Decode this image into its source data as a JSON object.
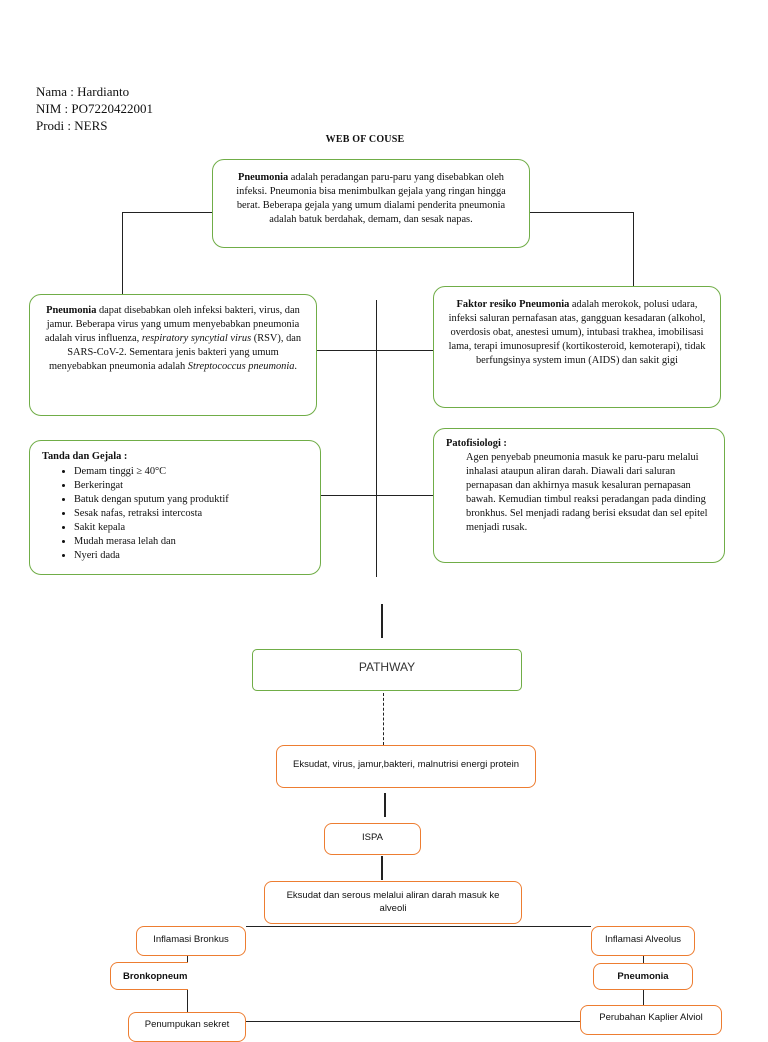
{
  "header": {
    "nama": "Nama : Hardianto",
    "nim": "NIM   : PO7220422001",
    "prodi": "Prodi  : NERS"
  },
  "title": "WEB OF COUSE",
  "definition": {
    "bold": "Pneumonia",
    "text": " adalah peradangan paru-paru yang disebabkan oleh infeksi. Pneumonia bisa menimbulkan gejala yang ringan hingga berat. Beberapa gejala yang umum dialami penderita pneumonia adalah batuk berdahak, demam, dan sesak napas."
  },
  "causes": {
    "bold": "Pneumonia",
    "text1": " dapat disebabkan oleh infeksi bakteri, virus, dan jamur. Beberapa virus yang umum menyebabkan pneumonia adalah virus influenza, ",
    "italic1": "respiratory syncytial virus",
    "text2": " (RSV), dan SARS-CoV-2. Sementara jenis bakteri yang umum menyebabkan pneumonia adalah ",
    "italic2": "Streptococcus pneumonia",
    "text3": "."
  },
  "risk": {
    "bold": "Faktor resiko Pneumonia",
    "text": " adalah merokok, polusi udara, infeksi saluran pernafasan atas, gangguan kesadaran (alkohol, overdosis obat, anestesi umum), intubasi trakhea, imobilisasi lama, terapi imunosupresif (kortikosteroid, kemoterapi), tidak berfungsinya system imun (AIDS) dan sakit gigi"
  },
  "symptoms": {
    "title": "Tanda dan Gejala :",
    "items": [
      "Demam tinggi ≥ 40°C",
      " Berkeringat",
      "Batuk dengan sputum yang produktif",
      "Sesak nafas, retraksi intercosta",
      "Sakit kepala",
      "Mudah merasa lelah dan",
      "Nyeri dada"
    ]
  },
  "patho": {
    "title": "Patofisiologi :",
    "text": "Agen penyebab pneumonia masuk ke paru-paru melalui inhalasi ataupun aliran darah. Diawali dari saluran pernapasan dan akhirnya masuk kesaluran pernapasan bawah. Kemudian timbul reaksi peradangan pada dinding bronkhus. Sel menjadi radang berisi eksudat dan sel epitel menjadi rusak."
  },
  "pathway": {
    "label": "PATHWAY",
    "eksudat": "Eksudat, virus, jamur,bakteri, malnutrisi energi protein",
    "ispa": "ISPA",
    "serous": "Eksudat dan serous melalui aliran darah masuk ke alveoli",
    "inflamasi_bronkus": "Inflamasi Bronkus",
    "inflamasi_alveolus": "Inflamasi Alveolus",
    "bronkopneumonia": "Bronkopneum",
    "pneumonia": "Pneumonia",
    "penumpukan": "Penumpukan sekret",
    "perubahan": "Perubahan Kaplier Alviol"
  }
}
